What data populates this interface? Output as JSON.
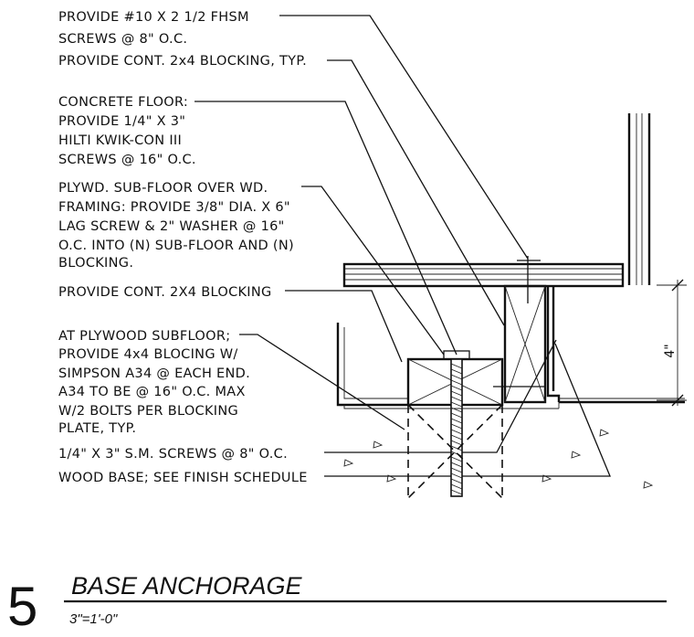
{
  "drawing": {
    "detail_number": "5",
    "title": "BASE ANCHORAGE",
    "scale": "3\"=1'-0\"",
    "dimension": "4\""
  },
  "callouts": [
    {
      "lines": [
        "PROVIDE #10 X 2 1/2 FHSM",
        "SCREWS @ 8\" O.C."
      ]
    },
    {
      "lines": [
        "PROVIDE CONT. 2x4 BLOCKING, TYP."
      ]
    },
    {
      "lines": [
        "CONCRETE FLOOR:",
        "PROVIDE 1/4\" X 3\"",
        "HILTI KWIK-CON III",
        "SCREWS @ 16\" O.C."
      ]
    },
    {
      "lines": [
        "PLYWD. SUB-FLOOR OVER WD.",
        "FRAMING: PROVIDE 3/8\" DIA. X 6\"",
        "LAG SCREW & 2\" WASHER @ 16\"",
        "O.C. INTO (N) SUB-FLOOR AND (N)",
        "BLOCKING."
      ]
    },
    {
      "lines": [
        "PROVIDE CONT. 2X4 BLOCKING"
      ]
    },
    {
      "lines": [
        "AT PLYWOOD SUBFLOOR;",
        "PROVIDE 4x4 BLOCING W/",
        "SIMPSON A34 @ EACH END.",
        "A34 TO BE @ 16\" O.C. MAX",
        "W/2 BOLTS PER BLOCKING",
        "PLATE, TYP."
      ]
    },
    {
      "lines": [
        "1/4\" X 3\" S.M. SCREWS @ 8\" O.C."
      ]
    },
    {
      "lines": [
        "WOOD BASE; SEE FINISH SCHEDULE"
      ]
    }
  ]
}
